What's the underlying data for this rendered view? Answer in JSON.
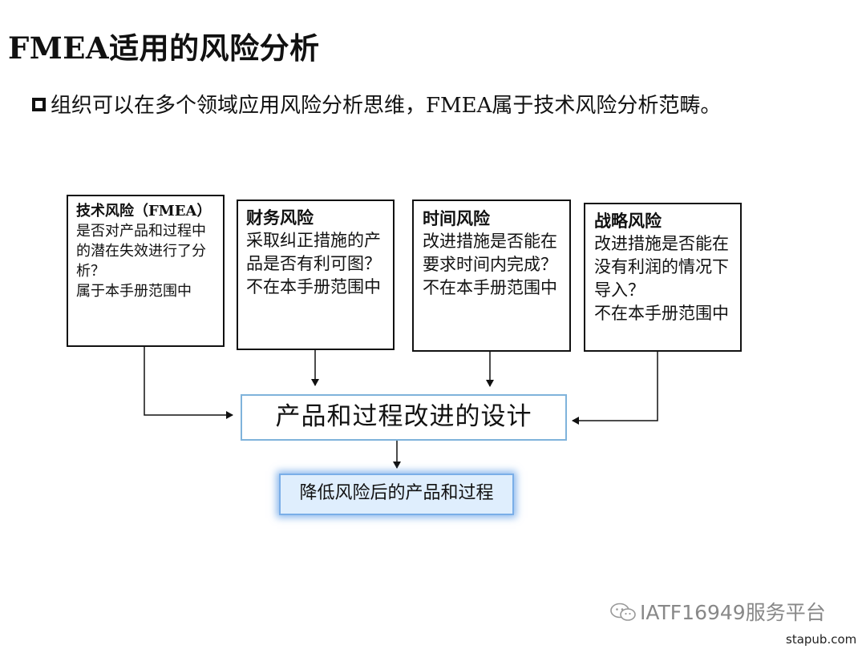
{
  "title": "FMEA适用的风险分析",
  "bullet_text": "组织可以在多个领域应用风险分析思维，FMEA属于技术风险分析范畴。",
  "risk_boxes": [
    {
      "heading": "技术风险（FMEA）",
      "body": "是否对产品和过程中的潜在失效进行了分析？\n属于本手册范围中"
    },
    {
      "heading": "财务风险",
      "body": "采取纠正措施的产品是否有利可图？\n不在本手册范围中"
    },
    {
      "heading": "时间风险",
      "body": "改进措施是否能在要求时间内完成？\n不在本手册范围中"
    },
    {
      "heading": "战略风险",
      "body": "改进措施是否能在没有利润的情况下导入？\n不在本手册范围中"
    }
  ],
  "center_box": "产品和过程改进的设计",
  "result_box": "降低风险后的产品和过程",
  "watermark": "IATF16949服务平台",
  "site": "stapub.com",
  "colors": {
    "center_border": "#7fb3db",
    "result_fill": "#dfeefd",
    "result_glow": "#64a0e6"
  }
}
